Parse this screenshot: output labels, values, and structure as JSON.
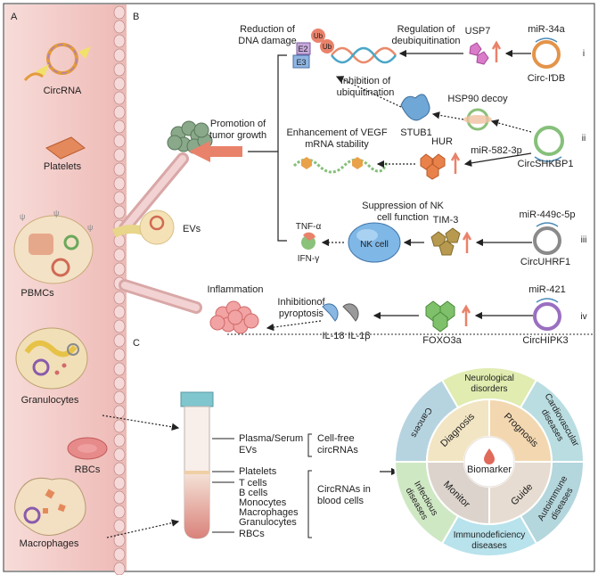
{
  "panels": {
    "a": "A",
    "b": "B",
    "c": "C"
  },
  "cells": {
    "circrna": "CircRNA",
    "platelets": "Platelets",
    "pbmcs": "PBMCs",
    "granulocytes": "Granulocytes",
    "rbcs": "RBCs",
    "macrophages": "Macrophages",
    "evs": "EVs"
  },
  "pathways": {
    "reduction_l1": "Reduction of",
    "reduction_l2": "DNA damage",
    "e2": "E2",
    "e3": "E3",
    "ub1": "Ub",
    "ub2": "Ub",
    "regulation_l1": "Regulation of",
    "regulation_l2": "deubiquitination",
    "usp7": "USP7",
    "mir34a": "miR-34a",
    "circ1": "Circ-IƊB",
    "num_i": "i",
    "inhibition_l1": "Inhibition of",
    "inhibition_l2": "ubiquitination",
    "hsp90": "HSP90 decoy",
    "stub1": "STUB1",
    "promotion_l1": "Promotion of",
    "promotion_l2": "tumor growth",
    "vegf_l1": "Enhancement of VEGF",
    "vegf_l2": "mRNA stability",
    "hur": "HUR",
    "mir582": "miR-582-3p",
    "circ2": "CircSHKBP1",
    "num_ii": "ii",
    "nk_l1": "Suppression of NK",
    "nk_l2": "cell function",
    "tnf": "TNF-α",
    "ifn": "IFN-γ",
    "nkcell": "NK cell",
    "tim3": "TIM-3",
    "mir449": "miR-449c-5p",
    "circ3": "CircUHRF1",
    "num_iii": "iii",
    "inflammation": "Inflammation",
    "pyro_l1": "Inhibitionof",
    "pyro_l2": "pyroptosis",
    "il18": "IL-18",
    "il1b": "IL-1β",
    "foxo3a": "FOXO3a",
    "mir421": "miR-421",
    "circ4": "CircHIPK3",
    "num_iv": "iv"
  },
  "tube": {
    "plasma": "Plasma/Serum",
    "evs": "EVs",
    "platelets": "Platelets",
    "tcells": "T cells",
    "bcells": "B cells",
    "monocytes": "Monocytes",
    "macrophages": "Macrophages",
    "granulocytes": "Granulocytes",
    "rbcs": "RBCs",
    "cellfree_l1": "Cell-free",
    "cellfree_l2": "circRNAs",
    "blood_l1": "CircRNAs in",
    "blood_l2": "blood cells"
  },
  "wheel": {
    "center": "Biomarker",
    "inner": [
      "Diagnosis",
      "Prognosis",
      "Guide",
      "Monitor"
    ],
    "outer": [
      {
        "l1": "Neurological",
        "l2": "disorders"
      },
      {
        "l1": "Cardiovascular",
        "l2": "diseases"
      },
      {
        "l1": "Autoimmune",
        "l2": "diseases"
      },
      {
        "l1": "Immunodeficiency",
        "l2": "diseases"
      },
      {
        "l1": "Infectious",
        "l2": "diseases"
      },
      {
        "l1": "Cancers",
        "l2": ""
      }
    ]
  },
  "colors": {
    "vessel": "#f3c9c6",
    "endothelium": "#dcaaa6",
    "arrow": "#e9826a",
    "circ_green": "#86c07a",
    "inner_wheel": [
      "#f2e5c3",
      "#f2d7b0",
      "#e7dcd1",
      "#dcd3cc"
    ],
    "outer_wheel": [
      "#e0ecb0",
      "#b9dde1",
      "#b4d6dd",
      "#b8e2ec",
      "#cfe8c4",
      "#b6d4e0"
    ]
  }
}
